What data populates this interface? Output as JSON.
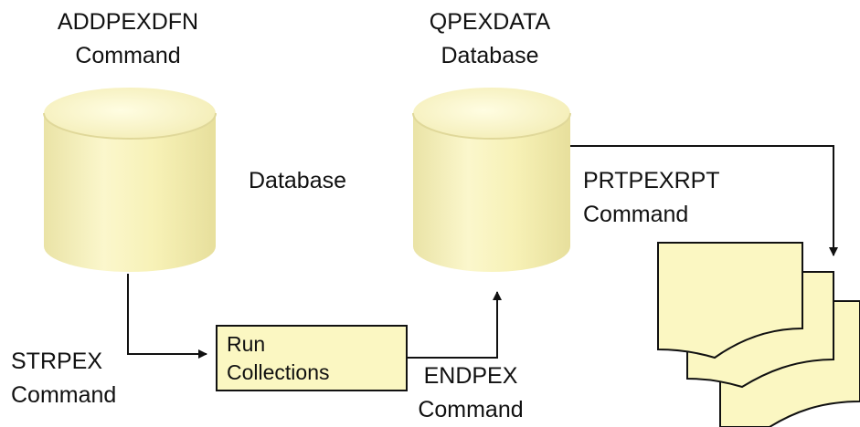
{
  "diagram": {
    "addpexdfn": {
      "line1": "ADDPEXDFN",
      "line2": "Command"
    },
    "qpexdata": {
      "line1": "QPEXDATA",
      "line2": "Database"
    },
    "database_label": "Database",
    "prtpexrpt": {
      "line1": "PRTPEXRPT",
      "line2": "Command"
    },
    "strpex": {
      "line1": "STRPEX",
      "line2": "Command"
    },
    "run_collections": {
      "line1": "Run",
      "line2": "Collections"
    },
    "endpex": {
      "line1": "ENDPEX",
      "line2": "Command"
    }
  },
  "colors": {
    "cylinder_fill": "#f7f1b0",
    "box_fill": "#fbf7c2",
    "report_fill": "#fbf7c2",
    "stroke": "#111111"
  }
}
